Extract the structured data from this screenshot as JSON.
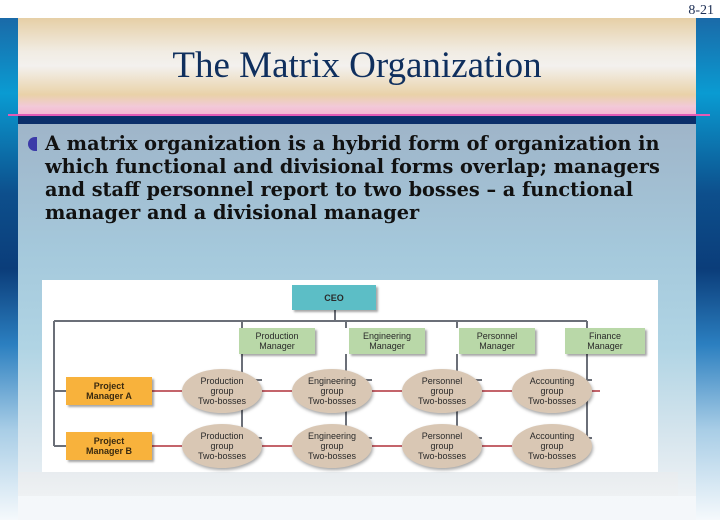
{
  "slide_number": "8-21",
  "title": "The Matrix Organization",
  "bullet": {
    "icon": "half-circle-bullet-icon",
    "text": "A matrix organization is a hybrid form of organization in which functional and divisional forms overlap; managers and staff personnel report to two bosses – a functional manager and a divisional manager"
  },
  "diagram": {
    "top": {
      "label": "CEO"
    },
    "functional_managers": [
      {
        "line1": "Production",
        "line2": "Manager"
      },
      {
        "line1": "Engineering",
        "line2": "Manager"
      },
      {
        "line1": "Personnel",
        "line2": "Manager"
      },
      {
        "line1": "Finance",
        "line2": "Manager"
      }
    ],
    "project_managers": [
      {
        "line1": "Project",
        "line2": "Manager A"
      },
      {
        "line1": "Project",
        "line2": "Manager B"
      }
    ],
    "groups": [
      [
        {
          "line1": "Production",
          "line2": "group",
          "line3": "Two-bosses"
        },
        {
          "line1": "Engineering",
          "line2": "group",
          "line3": "Two-bosses"
        },
        {
          "line1": "Personnel",
          "line2": "group",
          "line3": "Two-bosses"
        },
        {
          "line1": "Accounting",
          "line2": "group",
          "line3": "Two-bosses"
        }
      ],
      [
        {
          "line1": "Production",
          "line2": "group",
          "line3": "Two-bosses"
        },
        {
          "line1": "Engineering",
          "line2": "group",
          "line3": "Two-bosses"
        },
        {
          "line1": "Personnel",
          "line2": "group",
          "line3": "Two-bosses"
        },
        {
          "line1": "Accounting",
          "line2": "group",
          "line3": "Two-bosses"
        }
      ]
    ],
    "colors": {
      "ceo": "#5cbec6",
      "functional_manager": "#b9d8a8",
      "project_manager": "#f8b23c",
      "group": "#d9c7b4",
      "functional_line": "#6b6f78",
      "project_line": "#b0303a"
    }
  }
}
